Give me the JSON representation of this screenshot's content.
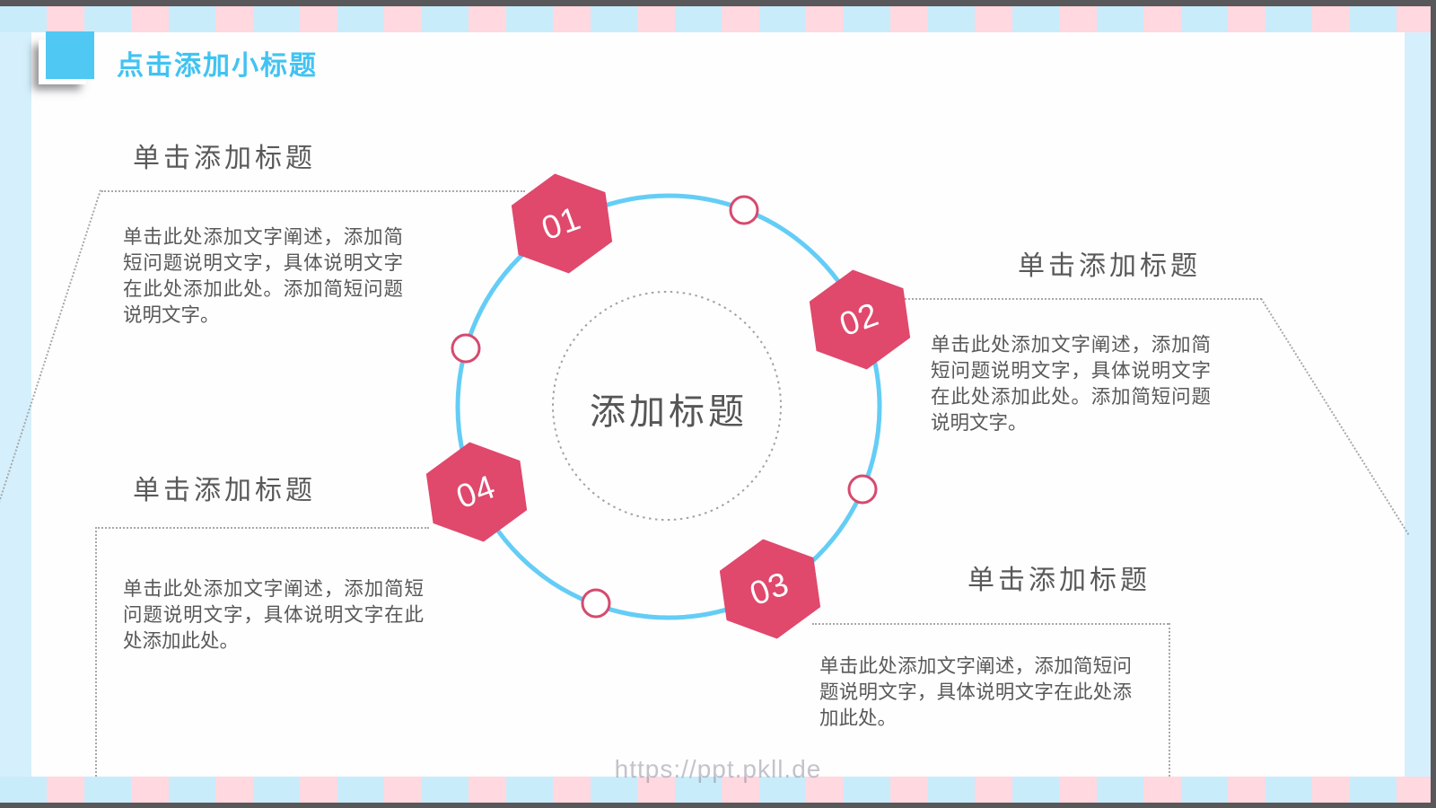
{
  "slide": {
    "title": "点击添加小标题",
    "watermark": "https://ppt.pkll.de"
  },
  "diagram": {
    "center_title": "添加标题",
    "type": "circular-process",
    "steps": 4
  },
  "sections": [
    {
      "number": "01",
      "heading": "单击添加标题",
      "body": "单击此处添加文字阐述，添加简短问题说明文字，具体说明文字在此处添加此处。添加简短问题说明文字。"
    },
    {
      "number": "02",
      "heading": "单击添加标题",
      "body": "单击此处添加文字阐述，添加简短问题说明文字，具体说明文字在此处添加此处。添加简短问题说明文字。"
    },
    {
      "number": "03",
      "heading": "单击添加标题",
      "body": "单击此处添加文字阐述，添加简短问题说明文字，具体说明文字在此处添加此处。"
    },
    {
      "number": "04",
      "heading": "单击添加标题",
      "body": "单击此处添加文字阐述，添加简短问题说明文字，具体说明文字在此处添加此处。"
    }
  ],
  "colors": {
    "accent_blue": "#41C3F2",
    "accent_pink": "#E0486C",
    "ring_blue": "#64CDF6",
    "stripe_pink": "#FFD8E0",
    "stripe_blue": "#C9ECFB",
    "frame_gray": "#58585A"
  }
}
